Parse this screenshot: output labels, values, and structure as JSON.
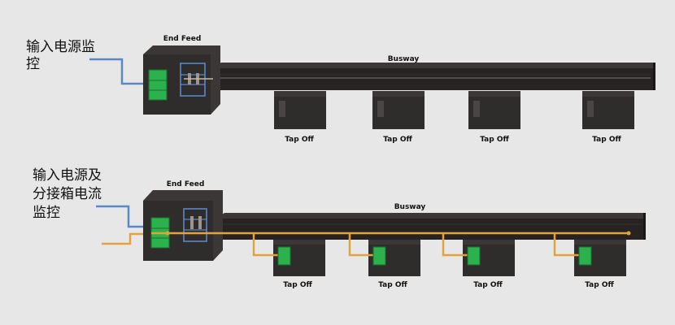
{
  "colors": {
    "background": "#e7e7e7",
    "box_dark": "#2f2c2c",
    "busway": "#262322",
    "taptop": "#3a3736",
    "monitor_green": "#2bb24c",
    "signal_blue": "#5b87c7",
    "branch_orange": "#e2a33f"
  },
  "top_diagram": {
    "caption_lines": [
      "输入电源监",
      "控"
    ],
    "end_feed_label": "End Feed",
    "busway_label": "Busway",
    "tap_offs": [
      {
        "label": "Tap Off"
      },
      {
        "label": "Tap Off"
      },
      {
        "label": "Tap Off"
      },
      {
        "label": "Tap Off"
      }
    ]
  },
  "bottom_diagram": {
    "caption_lines": [
      "输入电源及",
      "分接箱电流",
      "监控"
    ],
    "end_feed_label": "End Feed",
    "busway_label": "Busway",
    "tap_offs": [
      {
        "label": "Tap Off"
      },
      {
        "label": "Tap Off"
      },
      {
        "label": "Tap Off"
      },
      {
        "label": "Tap Off"
      }
    ]
  }
}
